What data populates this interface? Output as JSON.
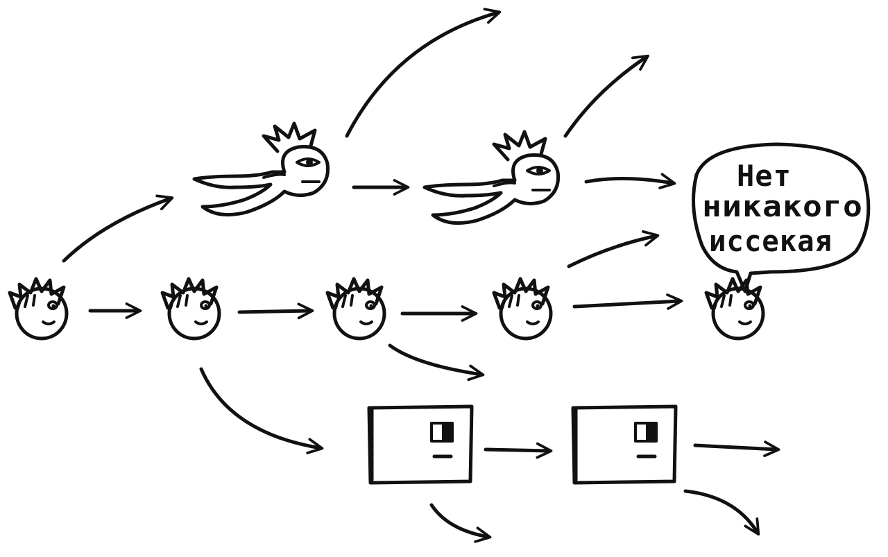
{
  "speech_bubble": {
    "line1": "Нет",
    "line2": "никакого",
    "line3": "иссекая"
  },
  "colors": {
    "ink": "#111111",
    "paper": "#ffffff"
  },
  "icons": [
    "boy-head-icon",
    "flying-hero-icon",
    "box-door-icon",
    "arrow-icon",
    "speech-bubble-icon"
  ]
}
